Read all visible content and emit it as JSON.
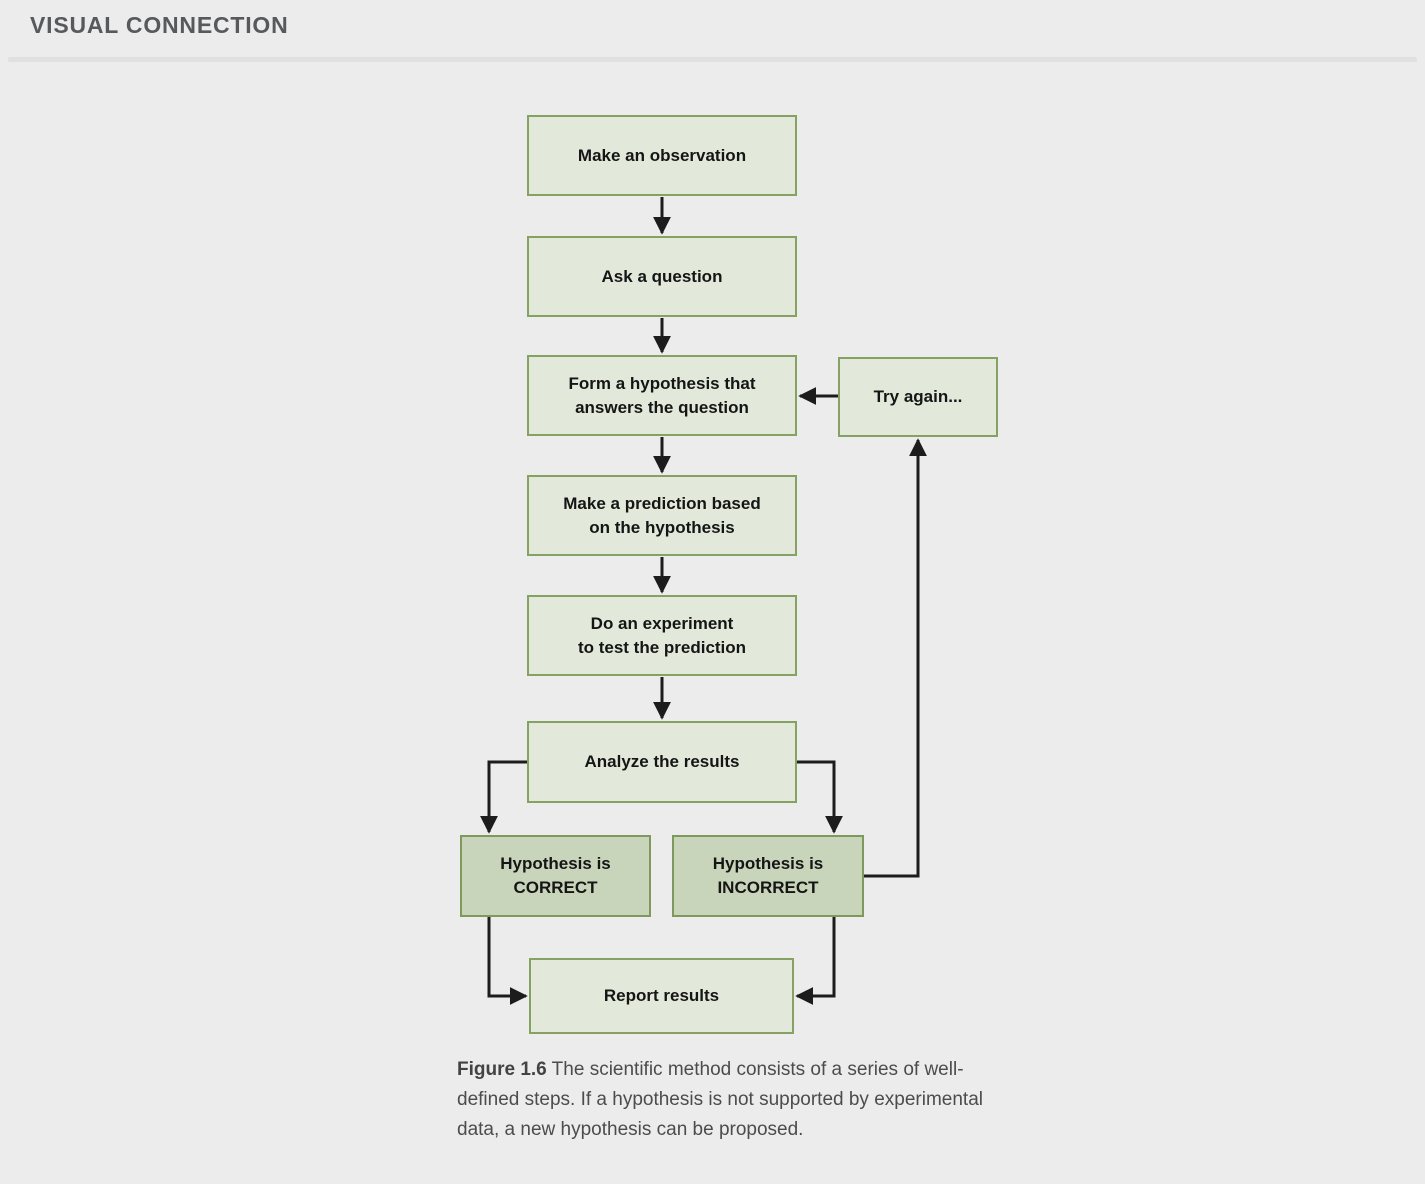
{
  "header": {
    "title": "VISUAL CONNECTION"
  },
  "flowchart": {
    "colors": {
      "box_fill": "#e2e9db",
      "box_fill_dark": "#c9d5bb",
      "box_border": "#86a263",
      "box_border_dark": "#7d9a5c",
      "connector": "#1c1c1c",
      "background": "#ececec"
    },
    "nodes": [
      {
        "id": "observe",
        "label": "Make an observation"
      },
      {
        "id": "question",
        "label": "Ask a question"
      },
      {
        "id": "hypothesis",
        "label": "Form a hypothesis that\nanswers the question"
      },
      {
        "id": "try_again",
        "label": "Try again..."
      },
      {
        "id": "prediction",
        "label": "Make a prediction based\non the hypothesis"
      },
      {
        "id": "experiment",
        "label": "Do an experiment\nto test the prediction"
      },
      {
        "id": "analyze",
        "label": "Analyze the results"
      },
      {
        "id": "correct",
        "label": "Hypothesis is\nCORRECT"
      },
      {
        "id": "incorrect",
        "label": "Hypothesis is\nINCORRECT"
      },
      {
        "id": "report",
        "label": "Report results"
      }
    ],
    "edges": [
      "observe -> question",
      "question -> hypothesis",
      "hypothesis -> prediction",
      "prediction -> experiment",
      "experiment -> analyze",
      "try_again -> hypothesis",
      "analyze -> correct",
      "analyze -> incorrect",
      "incorrect -> try_again",
      "correct -> report",
      "incorrect -> report"
    ]
  },
  "caption": {
    "label": "Figure 1.6",
    "text": " The scientific method consists of a series of well-defined steps. If a hypothesis is not supported by experimental data, a new hypothesis can be proposed."
  }
}
